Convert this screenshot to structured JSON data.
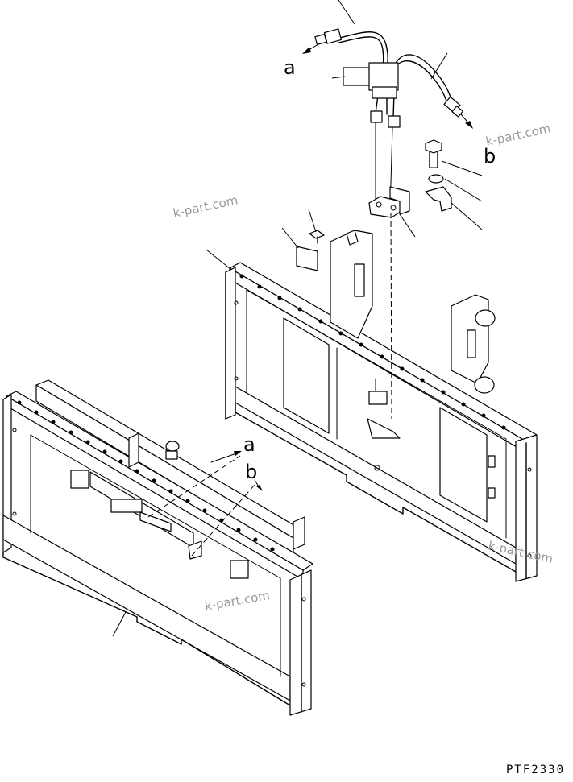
{
  "figure": {
    "drawing_code": "PTF2330",
    "watermark_text": "k-part.com",
    "connection_labels": {
      "a": "a",
      "b": "b"
    },
    "line_color": "#000000",
    "watermark_color": "#9a9a9a",
    "background_color": "#ffffff"
  }
}
